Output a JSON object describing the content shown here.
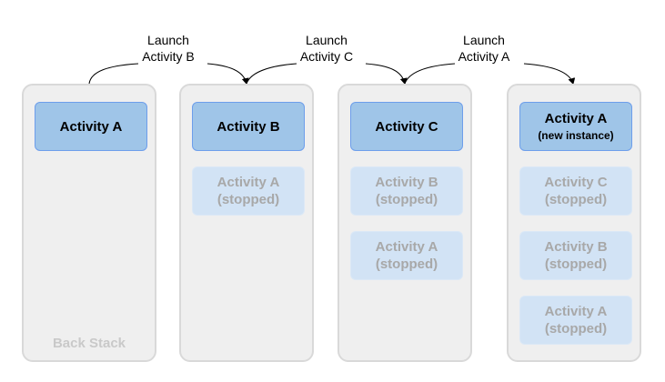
{
  "stacks": [
    {
      "cards": [
        {
          "title": "Activity A"
        }
      ],
      "label": "Back Stack"
    },
    {
      "cards": [
        {
          "title": "Activity B"
        },
        {
          "title": "Activity A",
          "status": "(stopped)"
        }
      ]
    },
    {
      "cards": [
        {
          "title": "Activity C"
        },
        {
          "title": "Activity B",
          "status": "(stopped)"
        },
        {
          "title": "Activity A",
          "status": "(stopped)"
        }
      ]
    },
    {
      "cards": [
        {
          "title": "Activity A",
          "note": "(new instance)"
        },
        {
          "title": "Activity C",
          "status": "(stopped)"
        },
        {
          "title": "Activity B",
          "status": "(stopped)"
        },
        {
          "title": "Activity A",
          "status": "(stopped)"
        }
      ]
    }
  ],
  "transitions": [
    {
      "line1": "Launch",
      "line2": "Activity B"
    },
    {
      "line1": "Launch",
      "line2": "Activity C"
    },
    {
      "line1": "Launch",
      "line2": "Activity A"
    }
  ]
}
